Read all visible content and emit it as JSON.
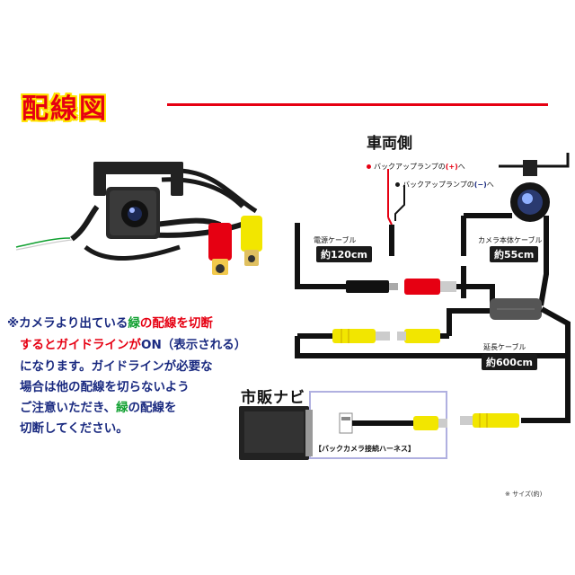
{
  "title": "配線図",
  "vehicle_side_label": "車両側",
  "lamp_plus": {
    "prefix": "バックアップランプの",
    "sign": "(+)",
    "suffix": "へ",
    "color": "#e60012"
  },
  "lamp_minus": {
    "prefix": "バックアップランプの",
    "sign": "(−)",
    "suffix": "へ",
    "color": "#1a1a1a"
  },
  "power_cable": {
    "label": "電源ケーブル",
    "length": "約120cm"
  },
  "camera_cable": {
    "label": "カメラ本体ケーブル",
    "length": "約55cm"
  },
  "extension_cable": {
    "label": "延長ケーブル",
    "length": "約600cm"
  },
  "nav_label": "市販ナビ",
  "harness_label": "【バックカメラ接続ハーネス】",
  "size_note": "※ サイズ(約)",
  "note": {
    "l1_a": "※カメラより出ている",
    "l1_b": "緑",
    "l1_c": "の配線を切断",
    "l2_a": "するとガイドラインが",
    "l2_b": "ON（表示される）",
    "l3": "になります。ガイドラインが必要な",
    "l4": "場合は他の配線を切らないよう",
    "l5_a": "ご注意いただき、",
    "l5_b": "緑",
    "l5_c": "の配線を",
    "l6": "切断してください。"
  },
  "colors": {
    "red": "#e60012",
    "yellow_connector": "#f2e600",
    "green_wire": "#10a030",
    "note_text": "#1a2a80",
    "frame": "#b0b0e0"
  }
}
